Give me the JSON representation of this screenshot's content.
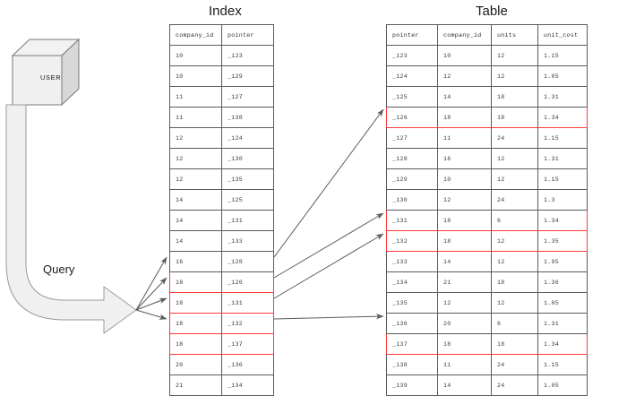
{
  "diagram": {
    "index_title": "Index",
    "table_title": "Table",
    "user_label": "USER",
    "query_label": "Query",
    "accent_highlight": "#fb3b3b",
    "line_color": "#5b5b5b",
    "shape_fill": "#f0f0f0"
  },
  "index": {
    "columns": [
      "company_id",
      "pointer"
    ],
    "rows": [
      {
        "company_id": "10",
        "pointer": "_123",
        "highlight": false
      },
      {
        "company_id": "10",
        "pointer": "_129",
        "highlight": false
      },
      {
        "company_id": "11",
        "pointer": "_127",
        "highlight": false
      },
      {
        "company_id": "11",
        "pointer": "_138",
        "highlight": false
      },
      {
        "company_id": "12",
        "pointer": "_124",
        "highlight": false
      },
      {
        "company_id": "12",
        "pointer": "_130",
        "highlight": false
      },
      {
        "company_id": "12",
        "pointer": "_135",
        "highlight": false
      },
      {
        "company_id": "14",
        "pointer": "_125",
        "highlight": false
      },
      {
        "company_id": "14",
        "pointer": "_131",
        "highlight": false
      },
      {
        "company_id": "14",
        "pointer": "_133",
        "highlight": false
      },
      {
        "company_id": "16",
        "pointer": "_128",
        "highlight": false
      },
      {
        "company_id": "18",
        "pointer": "_126",
        "highlight": true
      },
      {
        "company_id": "18",
        "pointer": "_131",
        "highlight": true
      },
      {
        "company_id": "18",
        "pointer": "_132",
        "highlight": true
      },
      {
        "company_id": "18",
        "pointer": "_137",
        "highlight": true
      },
      {
        "company_id": "20",
        "pointer": "_136",
        "highlight": false
      },
      {
        "company_id": "21",
        "pointer": "_134",
        "highlight": false
      }
    ]
  },
  "table": {
    "columns": [
      "pointer",
      "company_id",
      "units",
      "unit_cost"
    ],
    "rows": [
      {
        "pointer": "_123",
        "company_id": "10",
        "units": "12",
        "unit_cost": "1.15",
        "highlight": false
      },
      {
        "pointer": "_124",
        "company_id": "12",
        "units": "12",
        "unit_cost": "1.05",
        "highlight": false
      },
      {
        "pointer": "_125",
        "company_id": "14",
        "units": "18",
        "unit_cost": "1.31",
        "highlight": false
      },
      {
        "pointer": "_126",
        "company_id": "18",
        "units": "18",
        "unit_cost": "1.34",
        "highlight": true
      },
      {
        "pointer": "_127",
        "company_id": "11",
        "units": "24",
        "unit_cost": "1.15",
        "highlight": false
      },
      {
        "pointer": "_128",
        "company_id": "16",
        "units": "12",
        "unit_cost": "1.31",
        "highlight": false
      },
      {
        "pointer": "_129",
        "company_id": "10",
        "units": "12",
        "unit_cost": "1.15",
        "highlight": false
      },
      {
        "pointer": "_130",
        "company_id": "12",
        "units": "24",
        "unit_cost": "1.3",
        "highlight": false
      },
      {
        "pointer": "_131",
        "company_id": "18",
        "units": "6",
        "unit_cost": "1.34",
        "highlight": true
      },
      {
        "pointer": "_132",
        "company_id": "18",
        "units": "12",
        "unit_cost": "1.35",
        "highlight": true
      },
      {
        "pointer": "_133",
        "company_id": "14",
        "units": "12",
        "unit_cost": "1.95",
        "highlight": false
      },
      {
        "pointer": "_134",
        "company_id": "21",
        "units": "18",
        "unit_cost": "1.36",
        "highlight": false
      },
      {
        "pointer": "_135",
        "company_id": "12",
        "units": "12",
        "unit_cost": "1.05",
        "highlight": false
      },
      {
        "pointer": "_136",
        "company_id": "20",
        "units": "6",
        "unit_cost": "1.31",
        "highlight": false
      },
      {
        "pointer": "_137",
        "company_id": "18",
        "units": "18",
        "unit_cost": "1.34",
        "highlight": true
      },
      {
        "pointer": "_138",
        "company_id": "11",
        "units": "24",
        "unit_cost": "1.15",
        "highlight": false
      },
      {
        "pointer": "_139",
        "company_id": "14",
        "units": "24",
        "unit_cost": "1.05",
        "highlight": false
      }
    ]
  }
}
